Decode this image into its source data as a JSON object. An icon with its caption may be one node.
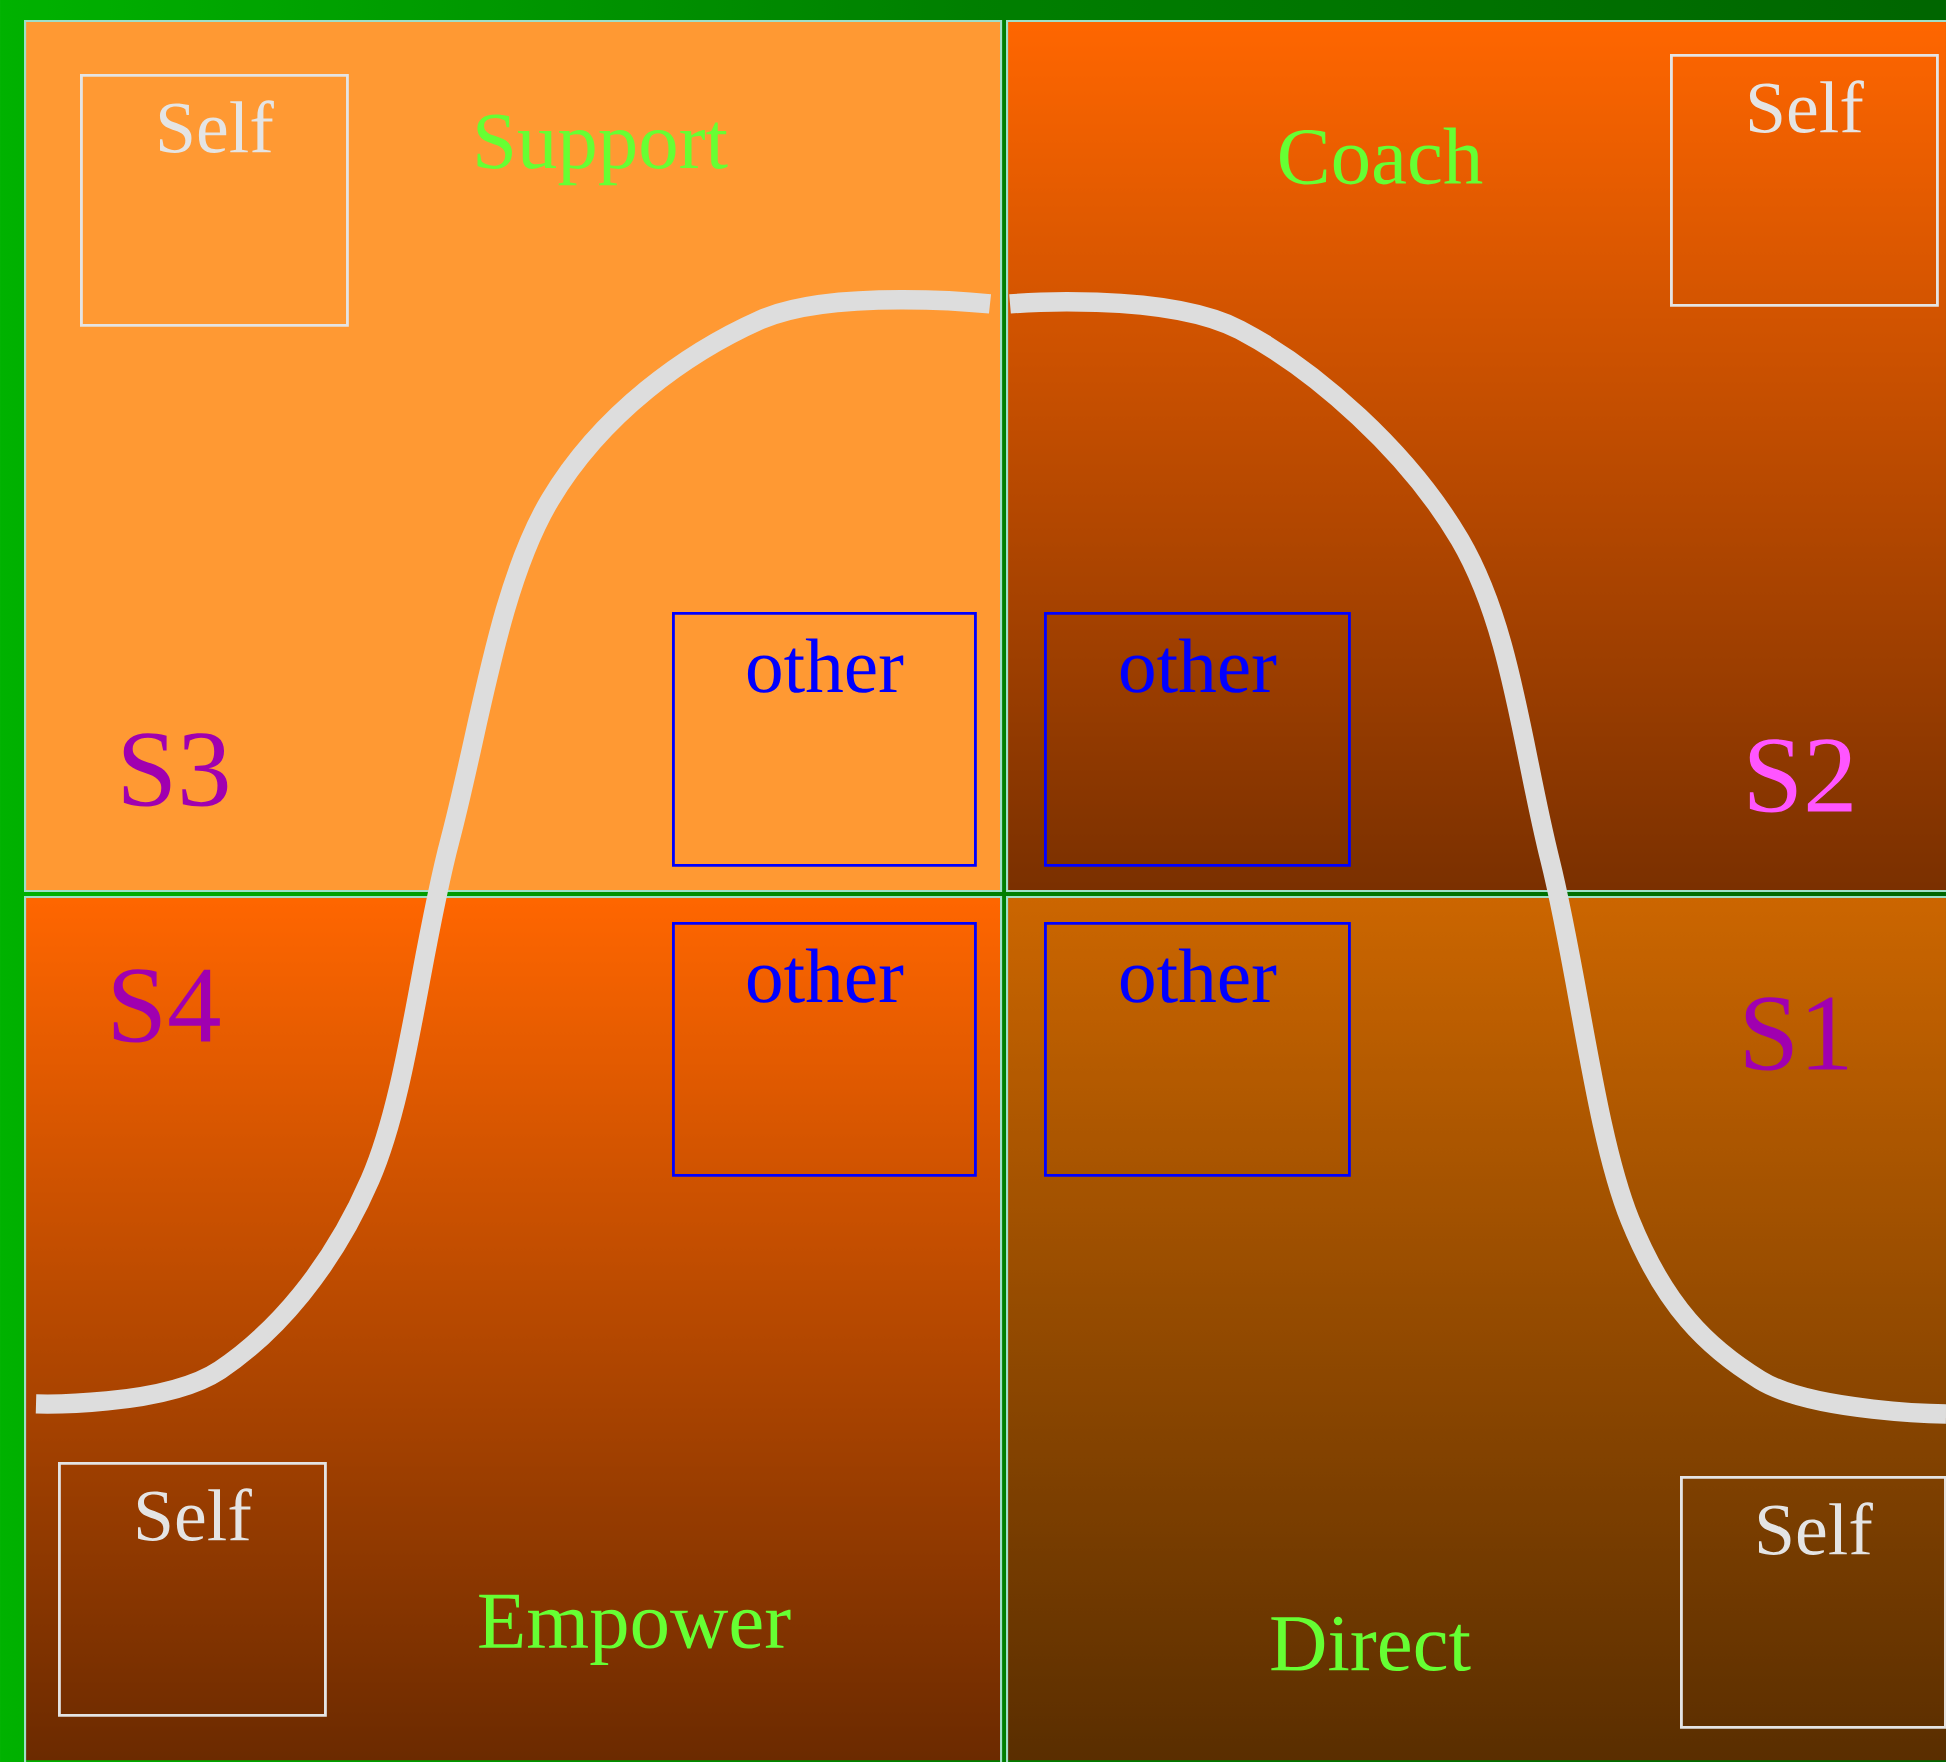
{
  "diagram": {
    "nodes": [
      {
        "text": [
          "Support",
          "S3"
        ]
      },
      {
        "text": [
          "Self"
        ],
        "in": 0
      },
      {
        "text": [
          "other"
        ],
        "in": 0
      },
      {
        "text": [
          "Coach",
          "S2"
        ]
      },
      {
        "text": [
          "Self"
        ],
        "in": 3
      },
      {
        "text": [
          "other"
        ],
        "in": 3
      },
      {
        "text": [
          "S4",
          "Empower"
        ]
      },
      {
        "text": [
          "other"
        ],
        "in": 6
      },
      {
        "text": [
          "Self"
        ],
        "in": 6
      },
      {
        "text": [
          "S1",
          "Direct"
        ]
      },
      {
        "text": [
          "other"
        ],
        "in": 9
      },
      {
        "text": [
          "Self"
        ],
        "in": 9
      }
    ]
  }
}
